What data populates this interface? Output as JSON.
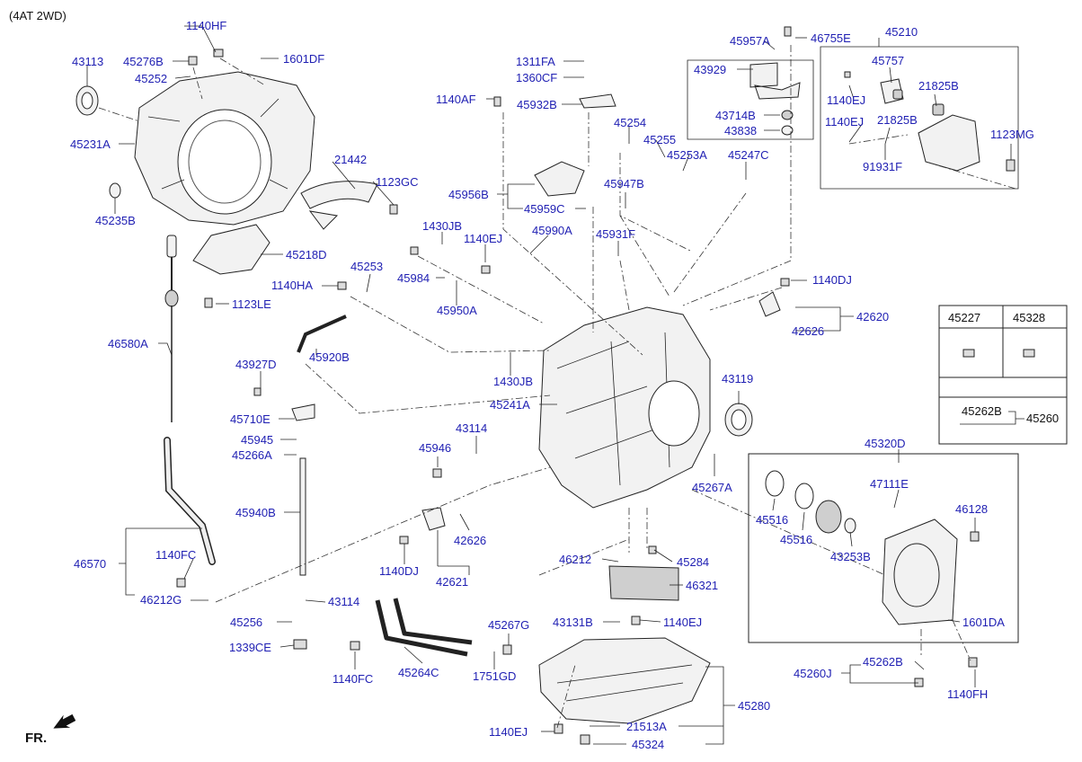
{
  "header": {
    "variant": "(4AT 2WD)",
    "direction": "FR."
  },
  "colors": {
    "label": "#1f1fb3",
    "line": "#222222"
  },
  "labels": {
    "l1140HF": "1140HF",
    "l43113": "43113",
    "l45276B": "45276B",
    "l1601DF": "1601DF",
    "l45252": "45252",
    "l45231A": "45231A",
    "l21442": "21442",
    "l1123GC": "1123GC",
    "l45235B": "45235B",
    "l45218D": "45218D",
    "l1123LE": "1123LE",
    "l46580A": "46580A",
    "l1311FA": "1311FA",
    "l1360CF": "1360CF",
    "l1140AF": "1140AF",
    "l45932B": "45932B",
    "l45957A": "45957A",
    "l46755E": "46755E",
    "l43929": "43929",
    "l43714B": "43714B",
    "l43838": "43838",
    "l45254": "45254",
    "l45255": "45255",
    "l45253A": "45253A",
    "l45247C": "45247C",
    "l45956B": "45956B",
    "l45959C": "45959C",
    "l45947B": "45947B",
    "l45210": "45210",
    "l45757": "45757",
    "l1140EJa": "1140EJ",
    "l21825Ba": "21825B",
    "l1140EJb": "1140EJ",
    "l21825Bb": "21825B",
    "l91931F": "91931F",
    "l1123MG": "1123MG",
    "l1430JBa": "1430JB",
    "l1140EJc": "1140EJ",
    "l45990A": "45990A",
    "l45931F": "45931F",
    "l45984": "45984",
    "l45950A": "45950A",
    "l1140HA": "1140HA",
    "l45253": "45253",
    "l1140DJa": "1140DJ",
    "l42620": "42620",
    "l42626a": "42626",
    "l45920B": "45920B",
    "l43927D": "43927D",
    "l1430JBb": "1430JB",
    "l45241A": "45241A",
    "l43119": "43119",
    "l45710E": "45710E",
    "l45945": "45945",
    "l45266A": "45266A",
    "l43114a": "43114",
    "l45946": "45946",
    "l45267A": "45267A",
    "l45320D": "45320D",
    "l47111E": "47111E",
    "l45940B": "45940B",
    "l42626b": "42626",
    "l1140DJb": "1140DJ",
    "l42621": "42621",
    "l46570": "46570",
    "l1140FCa": "1140FC",
    "l46212G": "46212G",
    "l46212": "46212",
    "l45284": "45284",
    "l46321": "46321",
    "l45516a": "45516",
    "l45516b": "45516",
    "l43253B": "43253B",
    "l46128": "46128",
    "l43114b": "43114",
    "l45256": "45256",
    "l1339CE": "1339CE",
    "l1140FCb": "1140FC",
    "l45264C": "45264C",
    "l45267G": "45267G",
    "l1751GD": "1751GD",
    "l43131B": "43131B",
    "l1140EJd": "1140EJ",
    "l1601DA": "1601DA",
    "l45262Ba": "45262B",
    "l45260Ja": "45260J",
    "l1140FH": "1140FH",
    "l45280": "45280",
    "l1140EJe": "1140EJ",
    "l21513A": "21513A",
    "l45324": "45324"
  },
  "legend": {
    "col1": "45227",
    "col2": "45328",
    "sub_label": "45262B",
    "sub_group": "45260"
  }
}
